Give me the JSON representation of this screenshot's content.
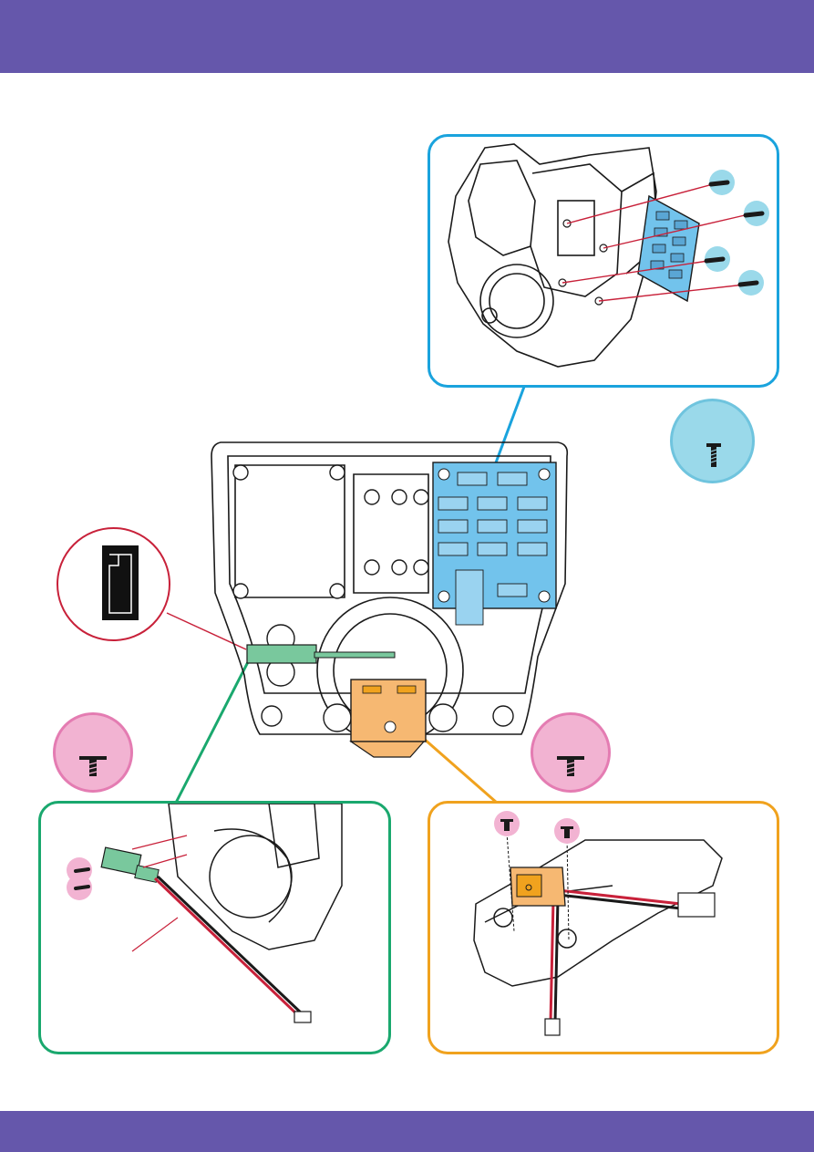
{
  "colors": {
    "header_band": "#6557ab",
    "footer_band": "#6557ab",
    "blue_frame": "#1aa3dd",
    "blue_fill": "#72c3ec",
    "green_frame": "#1aa86e",
    "green_fill": "#79c89d",
    "orange_frame": "#f0a21e",
    "orange_fill": "#f6b872",
    "red_callout": "#c8213a",
    "pink_badge_fill": "#f2b3d2",
    "pink_badge_stroke": "#e47cb2",
    "cyan_badge_fill": "#9ad9ea",
    "cyan_badge_stroke": "#6fc4de",
    "line_art": "#1a1a1a"
  },
  "icons": {
    "blue_badge": "machine-screw-icon",
    "pink_badges": "tapping-screw-icon",
    "red_callout": "switch-position-indicator-icon"
  },
  "figures": {
    "main": "controller-housing-overview",
    "blue_detail": "connector-board-mounting-detail",
    "green_detail": "signal-wire-bracket-detail",
    "orange_detail": "rocker-switch-mounting-detail"
  }
}
